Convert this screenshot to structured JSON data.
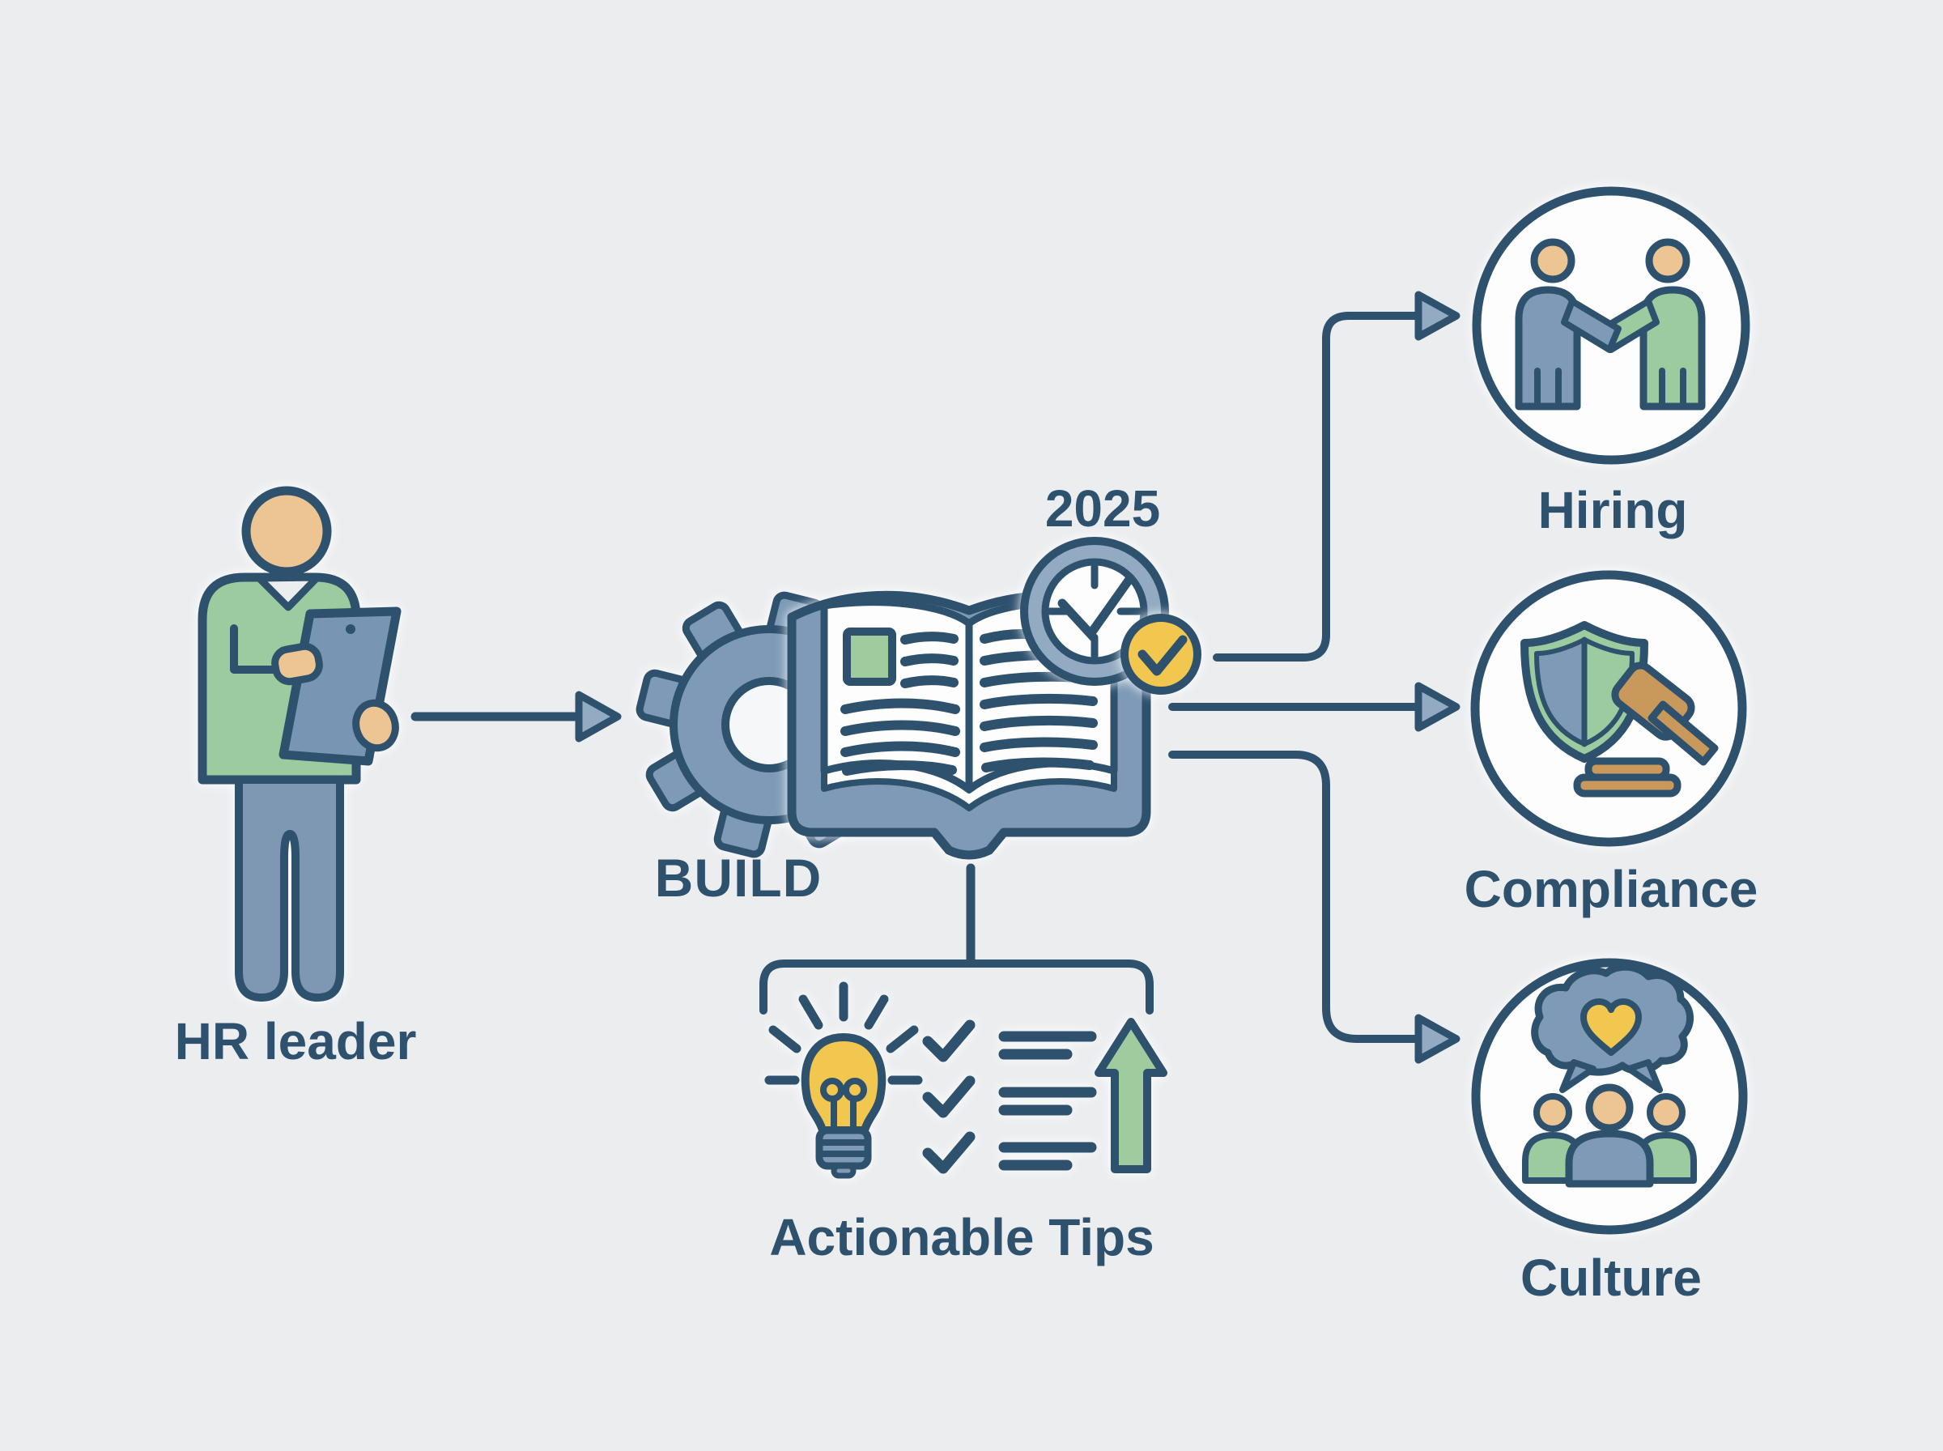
{
  "diagram": {
    "source": {
      "label": "HR leader",
      "icon": "person-with-tablet-icon"
    },
    "process": {
      "label": "BUILD",
      "year": "2025",
      "icons": [
        "gear-icon",
        "open-book-icon",
        "clock-icon",
        "check-badge-icon"
      ]
    },
    "tips": {
      "label": "Actionable Tips",
      "checklist_items": 3,
      "icons": [
        "lightbulb-icon",
        "checklist-icon",
        "growth-arrow-icon"
      ]
    },
    "outcomes": [
      {
        "label": "Hiring",
        "icon": "handshake-people-icon"
      },
      {
        "label": "Compliance",
        "icon": "shield-gavel-icon"
      },
      {
        "label": "Culture",
        "icon": "team-speech-heart-icon"
      }
    ],
    "colors": {
      "background": "#ecedef",
      "outline_navy": "#2e516e",
      "blue_gray": "#7e9ab6",
      "blue_gray_light": "#93abc2",
      "green": "#9bcb9e",
      "tan_skin": "#ecc592",
      "yellow": "#f2c74f",
      "gavel_brown": "#c9995c",
      "white": "#fdfdfe"
    }
  }
}
